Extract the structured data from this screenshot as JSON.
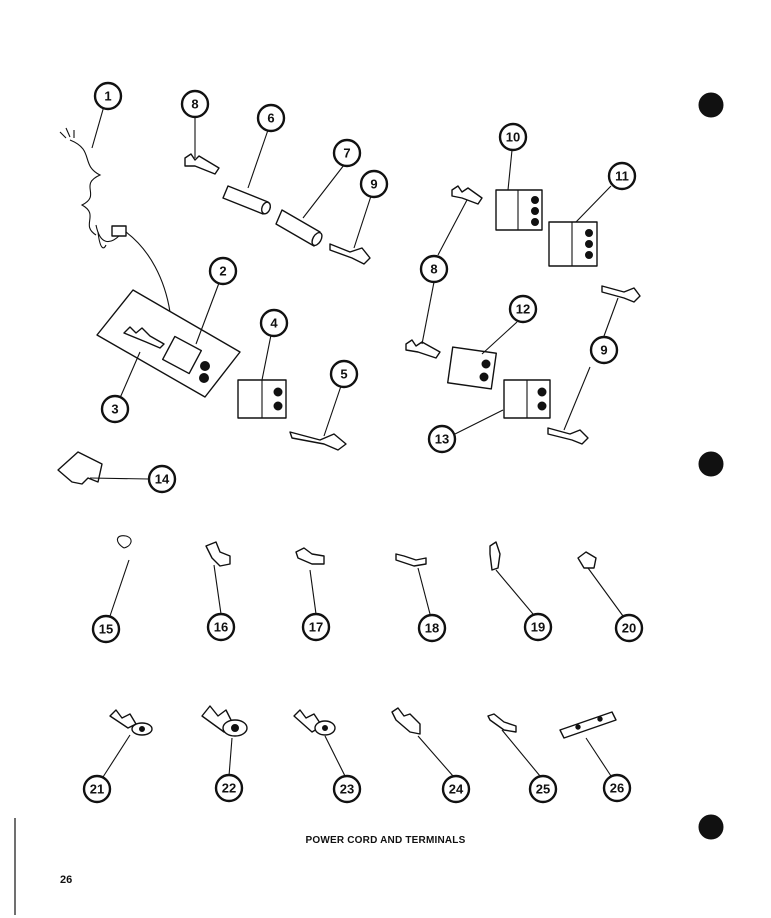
{
  "caption": "POWER CORD AND TERMINALS",
  "page_number": "26",
  "callouts": [
    "1",
    "2",
    "3",
    "4",
    "5",
    "6",
    "7",
    "8",
    "9",
    "10",
    "11",
    "12",
    "13",
    "14",
    "15",
    "16",
    "17",
    "18",
    "19",
    "20",
    "21",
    "22",
    "23",
    "24",
    "25",
    "26"
  ]
}
